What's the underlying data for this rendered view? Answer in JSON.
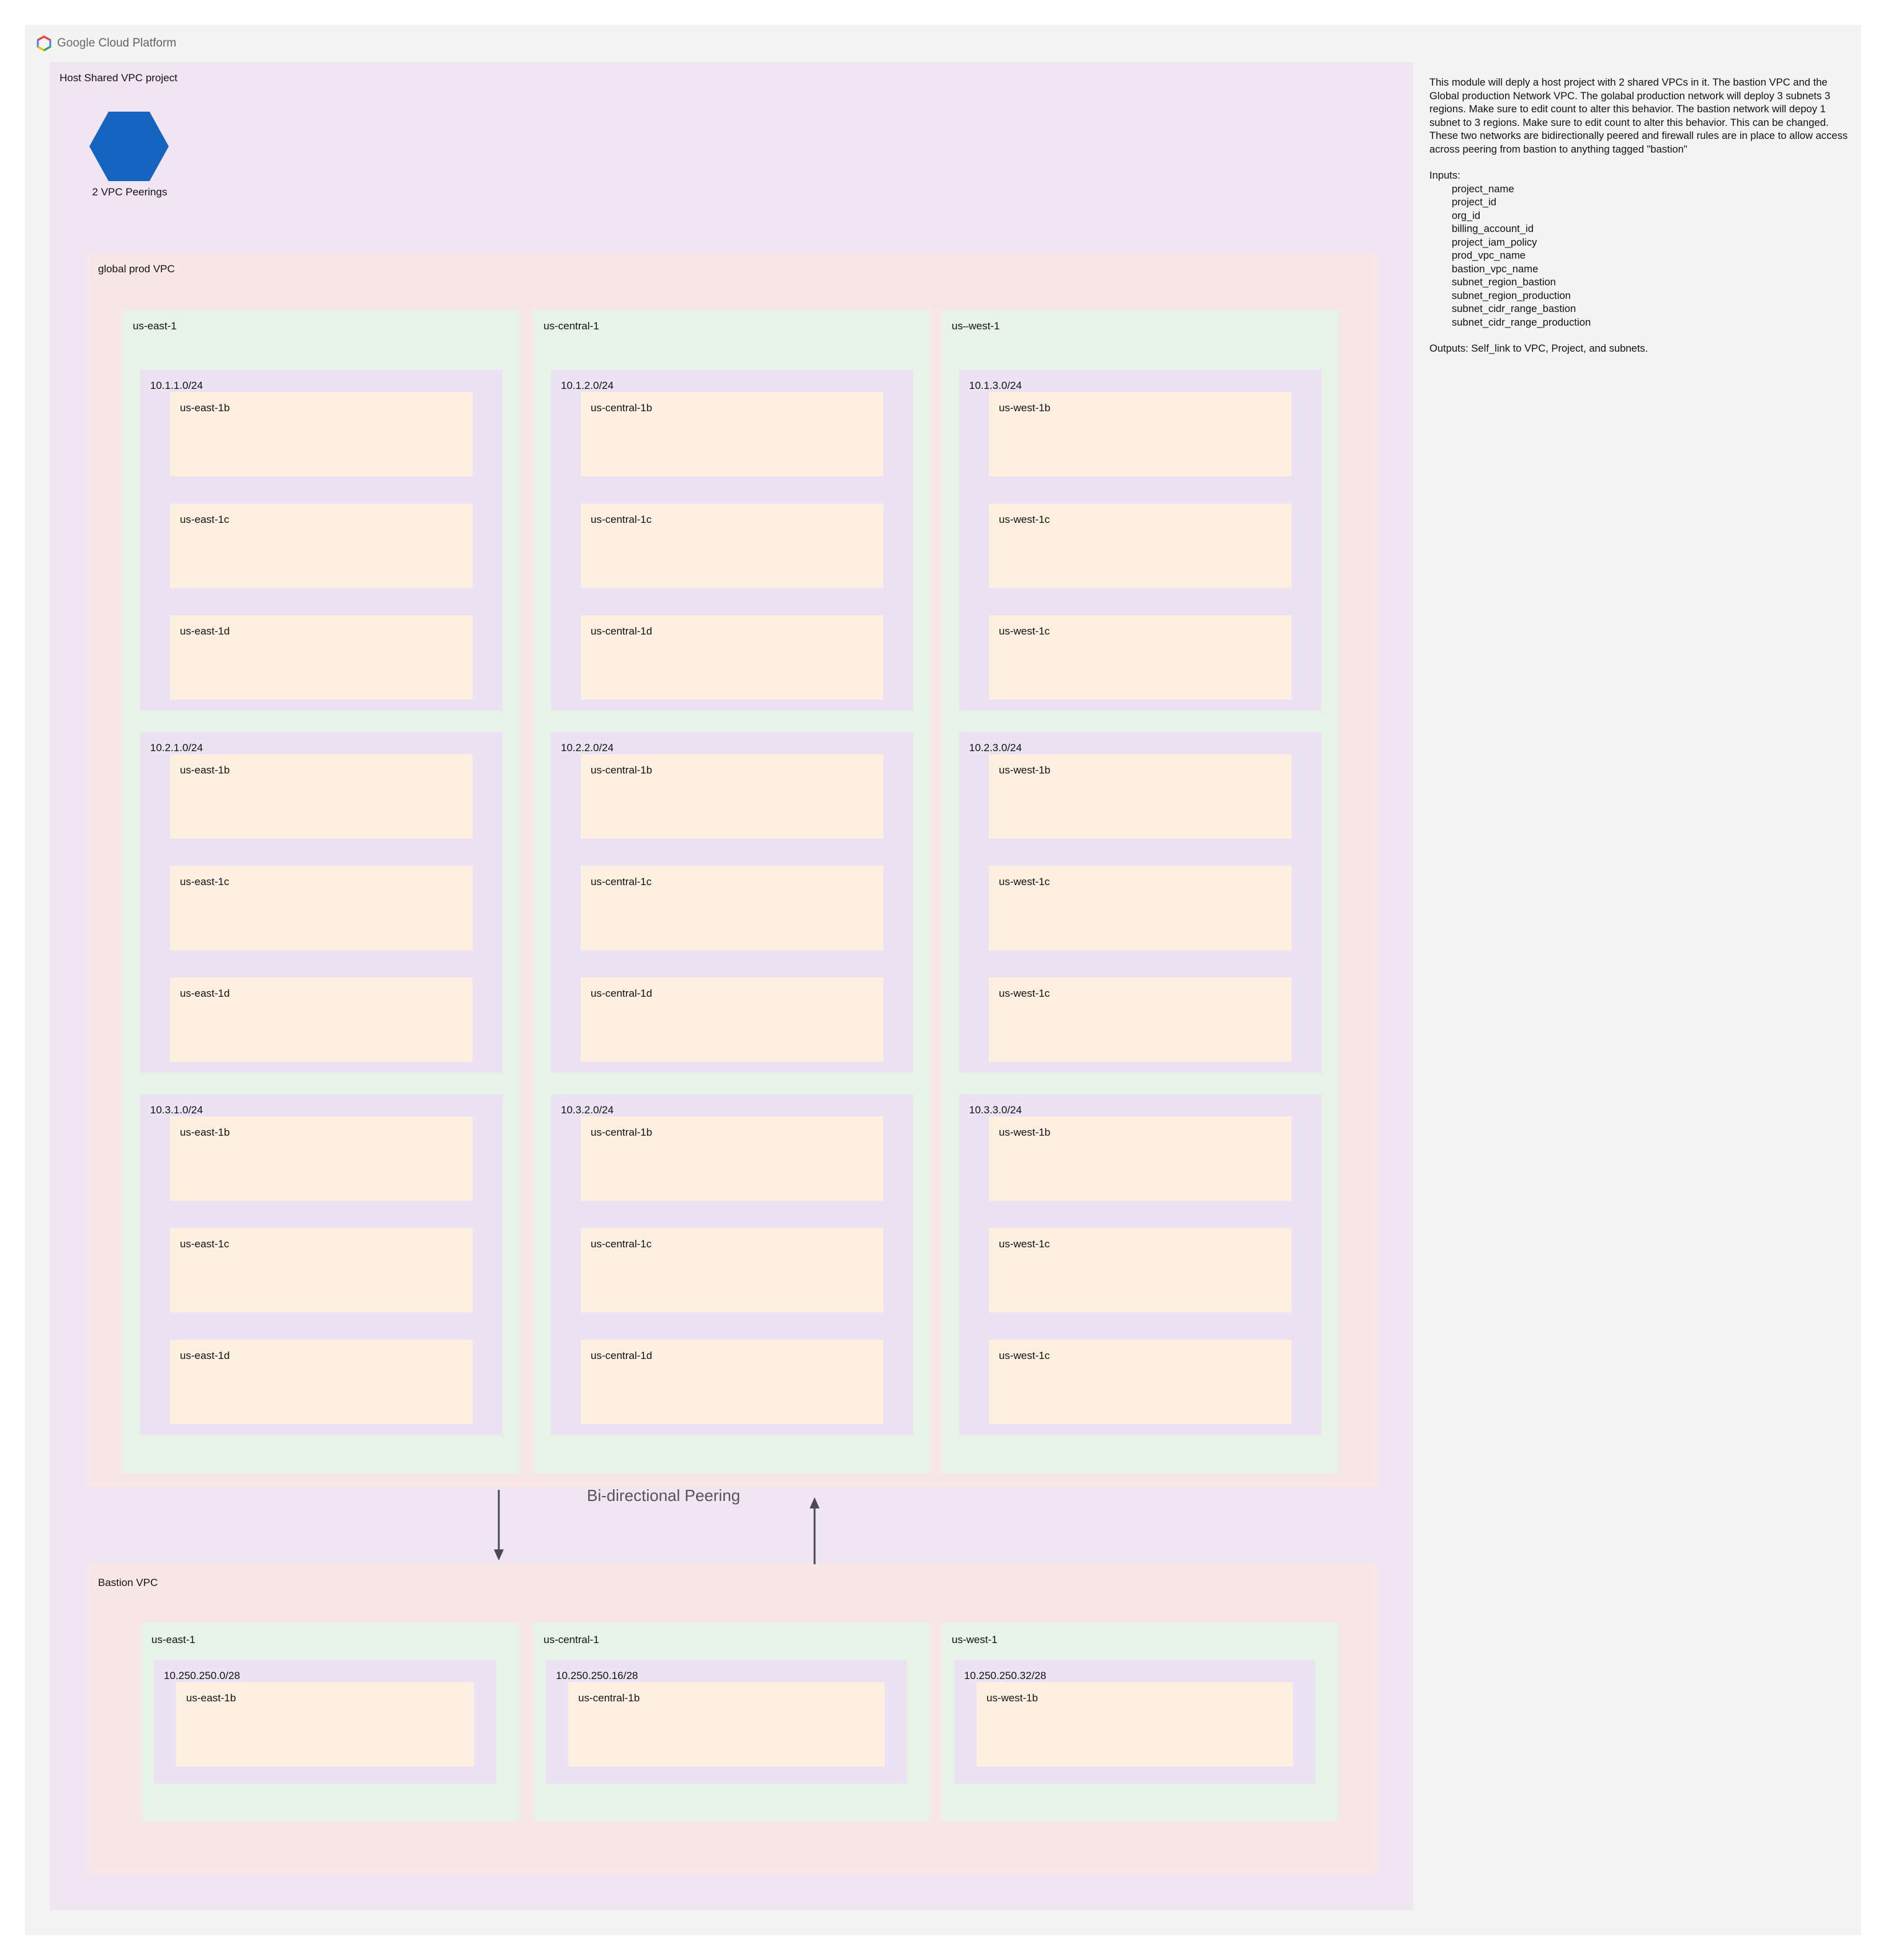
{
  "platform": {
    "name_google": "Google",
    "name_rest": "Cloud Platform"
  },
  "host_project": {
    "label": "Host Shared VPC project",
    "peering_icon": "hexagon-peering-icon",
    "peering_label": "2 VPC Peerings"
  },
  "prod_vpc": {
    "label": "global prod VPC",
    "regions": [
      {
        "label": "us-east-1",
        "subnets": [
          {
            "cidr": "10.1.1.0/24",
            "zones": [
              "us-east-1b",
              "us-east-1c",
              "us-east-1d"
            ]
          },
          {
            "cidr": "10.2.1.0/24",
            "zones": [
              "us-east-1b",
              "us-east-1c",
              "us-east-1d"
            ]
          },
          {
            "cidr": "10.3.1.0/24",
            "zones": [
              "us-east-1b",
              "us-east-1c",
              "us-east-1d"
            ]
          }
        ]
      },
      {
        "label": "us-central-1",
        "subnets": [
          {
            "cidr": "10.1.2.0/24",
            "zones": [
              "us-central-1b",
              "us-central-1c",
              "us-central-1d"
            ]
          },
          {
            "cidr": "10.2.2.0/24",
            "zones": [
              "us-central-1b",
              "us-central-1c",
              "us-central-1d"
            ]
          },
          {
            "cidr": "10.3.2.0/24",
            "zones": [
              "us-central-1b",
              "us-central-1c",
              "us-central-1d"
            ]
          }
        ]
      },
      {
        "label": "us–west-1",
        "subnets": [
          {
            "cidr": "10.1.3.0/24",
            "zones": [
              "us-west-1b",
              "us-west-1c",
              "us-west-1c"
            ]
          },
          {
            "cidr": "10.2.3.0/24",
            "zones": [
              "us-west-1b",
              "us-west-1c",
              "us-west-1c"
            ]
          },
          {
            "cidr": "10.3.3.0/24",
            "zones": [
              "us-west-1b",
              "us-west-1c",
              "us-west-1c"
            ]
          }
        ]
      }
    ]
  },
  "peering": {
    "label": "Bi-directional Peering"
  },
  "bastion_vpc": {
    "label": "Bastion VPC",
    "regions": [
      {
        "label": "us-east-1",
        "cidr": "10.250.250.0/28",
        "zone": "us-east-1b"
      },
      {
        "label": "us-central-1",
        "cidr": "10.250.250.16/28",
        "zone": "us-central-1b"
      },
      {
        "label": "us-west-1",
        "cidr": "10.250.250.32/28",
        "zone": "us-west-1b"
      }
    ]
  },
  "description": {
    "intro": "This module will deply a host project with 2 shared VPCs in it.  The bastion VPC and the Global production Network VPC.  The golabal production network will deploy 3 subnets 3 regions.  Make sure to edit count to alter this behavior.  The bastion network will depoy 1 subnet to 3 regions.  Make sure to edit count to alter this behavior.  This can be changed.  These two networks are bidirectionally peered and  firewall rules are in place to allow access across peering from bastion to anything tagged \"bastion\"",
    "inputs_heading": "Inputs:",
    "inputs": [
      "project_name",
      "project_id",
      "org_id",
      "billing_account_id",
      "project_iam_policy",
      "prod_vpc_name",
      "bastion_vpc_name",
      "subnet_region_bastion",
      "subnet_region_production",
      "subnet_cidr_range_bastion",
      "subnet_cidr_range_production"
    ],
    "outputs": "Outputs: Self_link to VPC, Project, and subnets."
  },
  "colors": {
    "host": "#f1e4f3",
    "vpc": "#f9e7e8",
    "region": "#e8f3e8",
    "subnet": "#ebe3f3",
    "zone": "#fef0e0",
    "hexagon": "#1565c0",
    "arrow": "#4a4a55"
  }
}
